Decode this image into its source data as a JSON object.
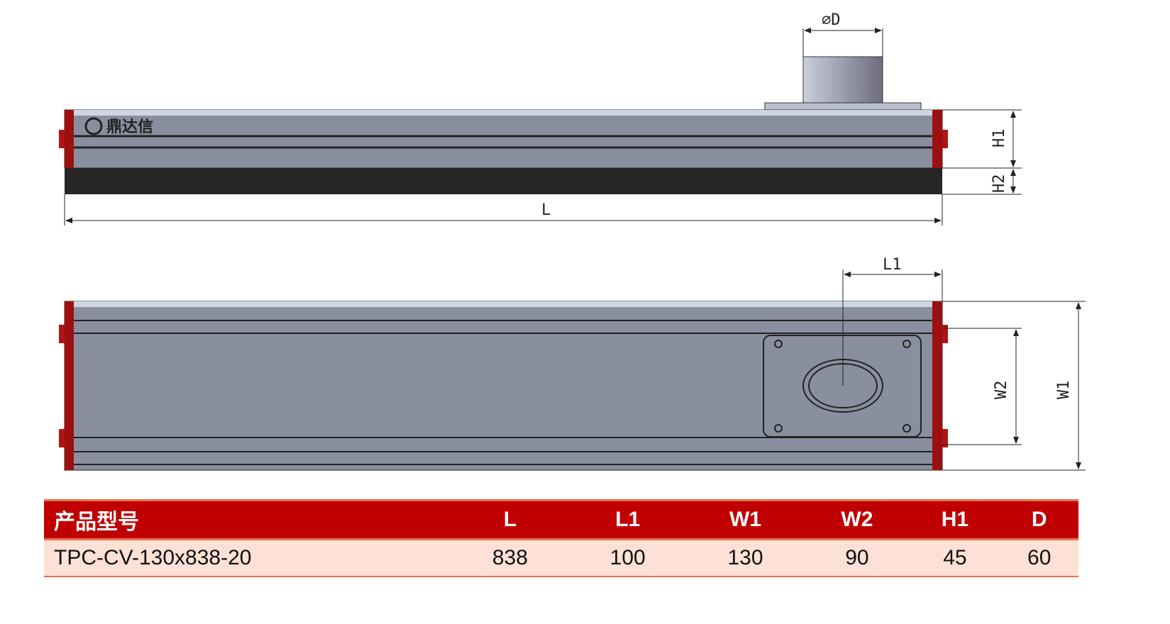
{
  "drawing": {
    "brand_logo_text": "鼎达信",
    "dimension_labels": {
      "D": "⌀D",
      "L": "L",
      "L1": "L1",
      "H1": "H1",
      "H2": "H2",
      "W1": "W1",
      "W2": "W2"
    }
  },
  "table": {
    "headers": [
      "产品型号",
      "L",
      "L1",
      "W1",
      "W2",
      "H1",
      "D"
    ],
    "rows": [
      [
        "TPC-CV-130x838-20",
        "838",
        "100",
        "130",
        "90",
        "45",
        "60"
      ]
    ]
  }
}
